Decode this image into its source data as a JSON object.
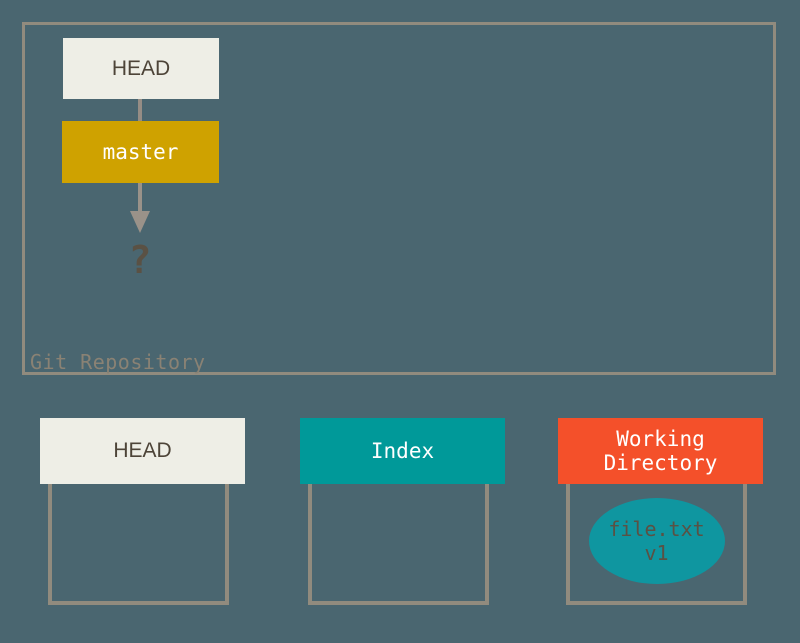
{
  "diagram": {
    "background_color": "#4a6670",
    "repository": {
      "label": "Git Repository",
      "border_color": "#918b7e",
      "nodes": [
        {
          "id": "head",
          "label": "HEAD",
          "fill": "#eeeee6",
          "text_color": "#4d4438"
        },
        {
          "id": "master",
          "label": "master",
          "fill": "#cfa200",
          "text_color": "#ffffff"
        }
      ],
      "pointer": {
        "label": "?",
        "color": "#5a5144"
      },
      "connector_color": "#968d85",
      "arrow_color": "#9a9289"
    },
    "areas": [
      {
        "id": "head-area",
        "title": "HEAD",
        "fill": "#eeeee6",
        "text_color": "#4d4438",
        "contents": []
      },
      {
        "id": "index-area",
        "title": "Index",
        "fill": "#009999",
        "text_color": "#ffffff",
        "contents": []
      },
      {
        "id": "working-directory-area",
        "title_line1": "Working",
        "title_line2": "Directory",
        "fill": "#f4502a",
        "text_color": "#ffffff",
        "contents": [
          {
            "id": "file-blob",
            "name": "file.txt",
            "version": "v1",
            "fill": "#0f96a0",
            "text_color": "#5a5144"
          }
        ]
      }
    ]
  }
}
